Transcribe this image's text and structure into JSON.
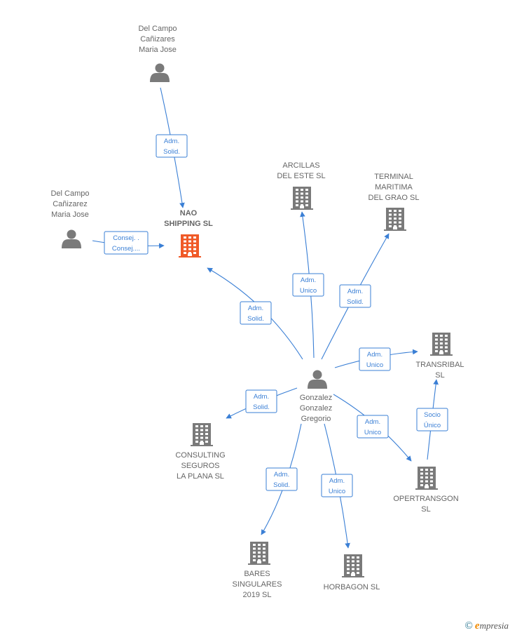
{
  "colors": {
    "edge": "#3a7fd5",
    "node": "#7a7a7a",
    "focus": "#f05a28"
  },
  "nodes": [
    {
      "id": "dcm_top",
      "type": "person",
      "label": [
        "Del Campo",
        "Cañizares",
        "Maria Jose"
      ]
    },
    {
      "id": "dcm_left",
      "type": "person",
      "label": [
        "Del Campo",
        "Cañizarez",
        "Maria Jose"
      ]
    },
    {
      "id": "nao",
      "type": "company",
      "focus": true,
      "label": [
        "NAO",
        "SHIPPING  SL"
      ]
    },
    {
      "id": "arcillas",
      "type": "company",
      "label": [
        "ARCILLAS",
        "DEL ESTE  SL"
      ]
    },
    {
      "id": "terminal",
      "type": "company",
      "label": [
        "TERMINAL",
        "MARITIMA",
        "DEL GRAO SL"
      ]
    },
    {
      "id": "transribal",
      "type": "company",
      "label": [
        "TRANSRIBAL",
        "SL"
      ]
    },
    {
      "id": "gonzalez",
      "type": "person",
      "label": [
        "Gonzalez",
        "Gonzalez",
        "Gregorio"
      ]
    },
    {
      "id": "consulting",
      "type": "company",
      "label": [
        "CONSULTING",
        "SEGUROS",
        "LA PLANA SL"
      ]
    },
    {
      "id": "opertransgon",
      "type": "company",
      "label": [
        "OPERTRANSGON",
        "SL"
      ]
    },
    {
      "id": "bares",
      "type": "company",
      "label": [
        "BARES",
        "SINGULARES",
        "2019  SL"
      ]
    },
    {
      "id": "horbagon",
      "type": "company",
      "label": [
        "HORBAGON SL"
      ]
    }
  ],
  "edges": [
    {
      "from": "dcm_top",
      "to": "nao",
      "label": [
        "Adm.",
        "Solid."
      ]
    },
    {
      "from": "dcm_left",
      "to": "nao",
      "label": [
        "Consej. .",
        "Consej...."
      ]
    },
    {
      "from": "gonzalez",
      "to": "nao",
      "label": [
        "Adm.",
        "Solid."
      ]
    },
    {
      "from": "gonzalez",
      "to": "arcillas",
      "label": [
        "Adm.",
        "Unico"
      ]
    },
    {
      "from": "gonzalez",
      "to": "terminal",
      "label": [
        "Adm.",
        "Solid."
      ]
    },
    {
      "from": "gonzalez",
      "to": "transribal",
      "label": [
        "Adm.",
        "Unico"
      ]
    },
    {
      "from": "gonzalez",
      "to": "consulting",
      "label": [
        "Adm.",
        "Solid."
      ]
    },
    {
      "from": "gonzalez",
      "to": "opertransgon",
      "label": [
        "Adm.",
        "Unico"
      ]
    },
    {
      "from": "gonzalez",
      "to": "bares",
      "label": [
        "Adm.",
        "Solid."
      ]
    },
    {
      "from": "gonzalez",
      "to": "horbagon",
      "label": [
        "Adm.",
        "Unico"
      ]
    },
    {
      "from": "opertransgon",
      "to": "transribal",
      "label": [
        "Socio",
        "Único"
      ]
    }
  ],
  "footer": {
    "copyright": "©",
    "brand_first": "e",
    "brand_rest": "mpresia"
  }
}
